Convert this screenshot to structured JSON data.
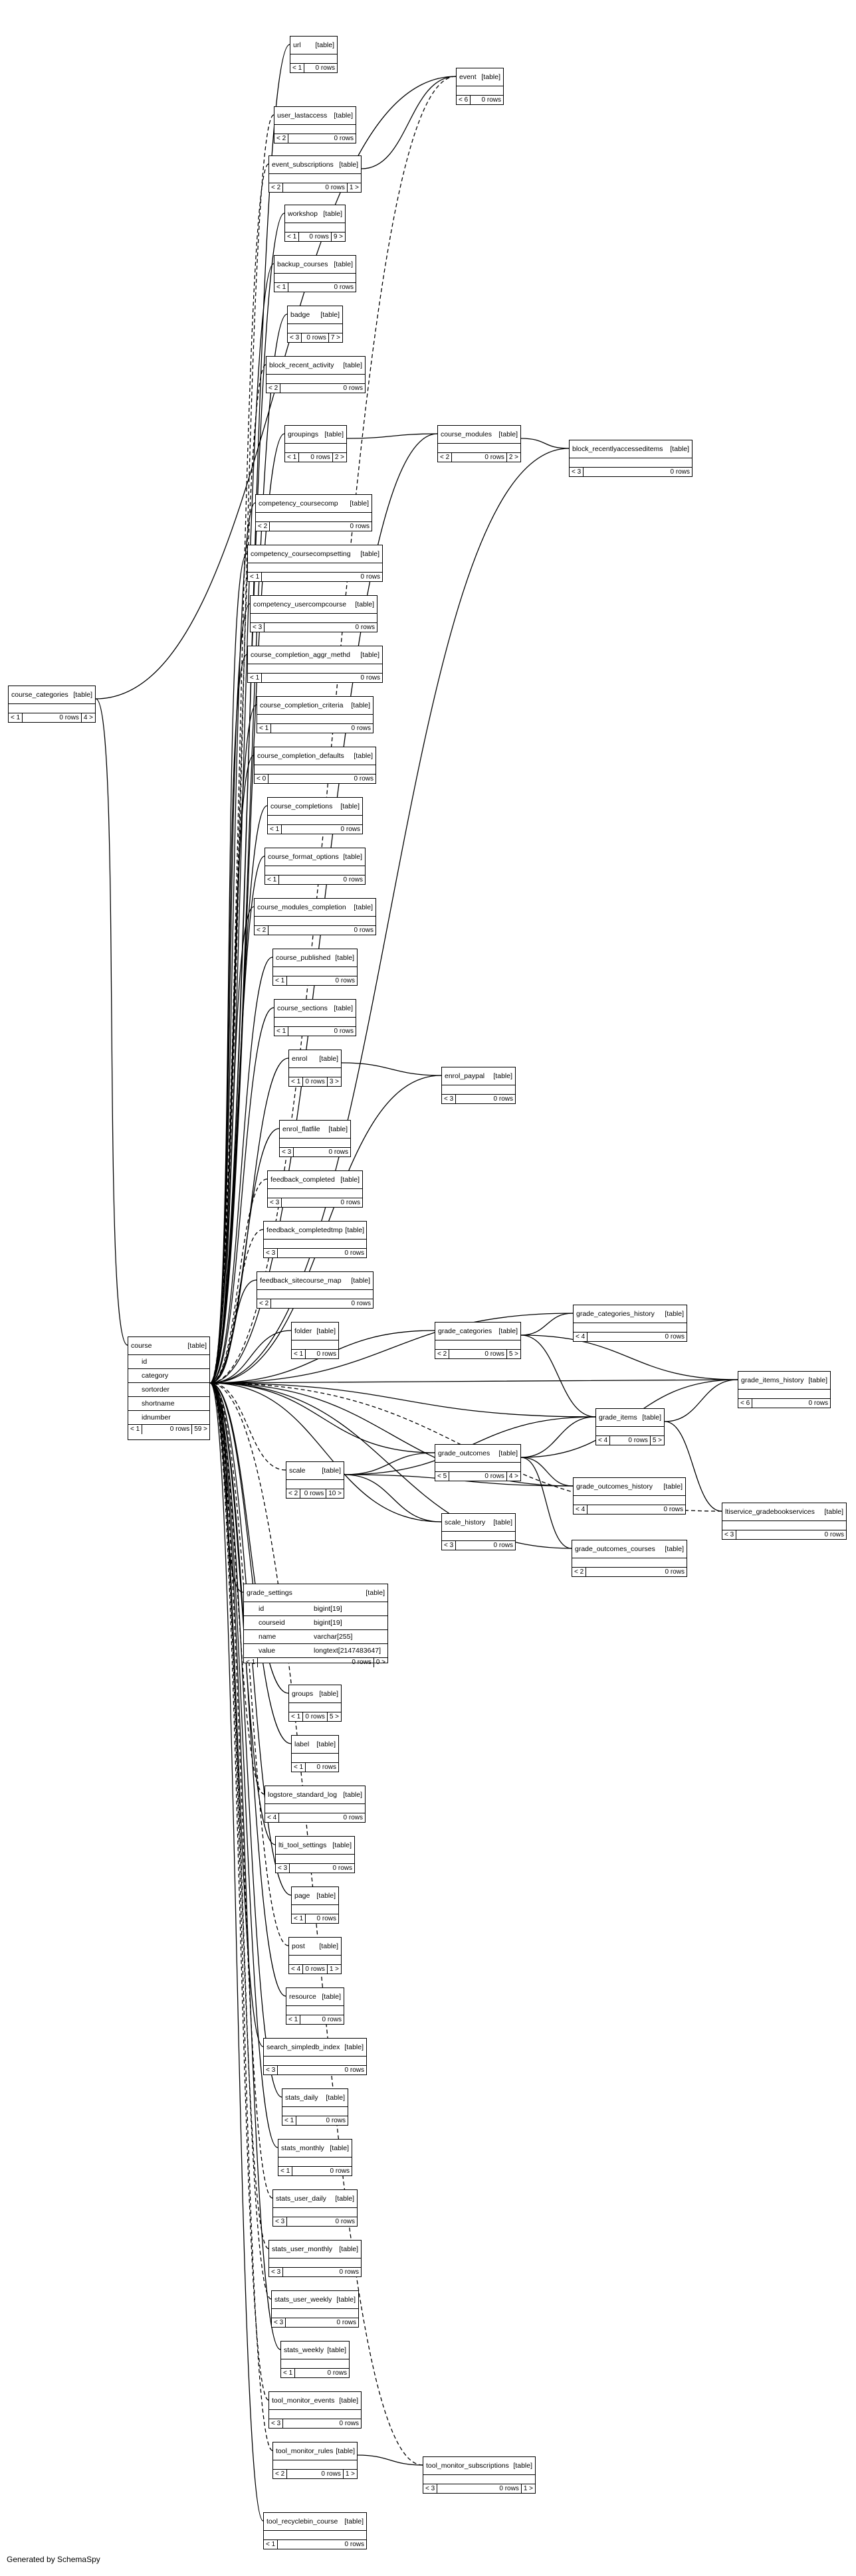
{
  "tag": "[table]",
  "tables": {
    "course_categories": {
      "name": "course_categories",
      "parents": "< 1",
      "rows": "0 rows",
      "children": "4 >"
    },
    "course": {
      "name": "course",
      "parents": "< 1",
      "rows": "0 rows",
      "children": "59 >",
      "columns": [
        "id",
        "category",
        "sortorder",
        "shortname",
        "idnumber"
      ]
    },
    "url": {
      "name": "url",
      "parents": "< 1",
      "rows": "0 rows"
    },
    "event": {
      "name": "event",
      "parents": "< 6",
      "rows": "0 rows"
    },
    "user_lastaccess": {
      "name": "user_lastaccess",
      "parents": "< 2",
      "rows": "0 rows"
    },
    "event_subscriptions": {
      "name": "event_subscriptions",
      "parents": "< 2",
      "rows": "0 rows",
      "children": "1 >"
    },
    "workshop": {
      "name": "workshop",
      "parents": "< 1",
      "rows": "0 rows",
      "children": "9 >"
    },
    "backup_courses": {
      "name": "backup_courses",
      "parents": "< 1",
      "rows": "0 rows"
    },
    "badge": {
      "name": "badge",
      "parents": "< 3",
      "rows": "0 rows",
      "children": "7 >"
    },
    "block_recent_activity": {
      "name": "block_recent_activity",
      "parents": "< 2",
      "rows": "0 rows"
    },
    "groupings": {
      "name": "groupings",
      "parents": "< 1",
      "rows": "0 rows",
      "children": "2 >"
    },
    "course_modules": {
      "name": "course_modules",
      "parents": "< 2",
      "rows": "0 rows",
      "children": "2 >"
    },
    "block_recentlyaccesseditems": {
      "name": "block_recentlyaccesseditems",
      "parents": "< 3",
      "rows": "0 rows"
    },
    "competency_coursecomp": {
      "name": "competency_coursecomp",
      "parents": "< 2",
      "rows": "0 rows"
    },
    "competency_coursecompsetting": {
      "name": "competency_coursecompsetting",
      "parents": "< 1",
      "rows": "0 rows"
    },
    "competency_usercompcourse": {
      "name": "competency_usercompcourse",
      "parents": "< 3",
      "rows": "0 rows"
    },
    "course_completion_aggr_methd": {
      "name": "course_completion_aggr_methd",
      "parents": "< 1",
      "rows": "0 rows"
    },
    "course_completion_criteria": {
      "name": "course_completion_criteria",
      "parents": "< 1",
      "rows": "0 rows"
    },
    "course_completion_defaults": {
      "name": "course_completion_defaults",
      "parents": "< 0",
      "rows": "0 rows"
    },
    "course_completions": {
      "name": "course_completions",
      "parents": "< 1",
      "rows": "0 rows"
    },
    "course_format_options": {
      "name": "course_format_options",
      "parents": "< 1",
      "rows": "0 rows"
    },
    "course_modules_completion": {
      "name": "course_modules_completion",
      "parents": "< 2",
      "rows": "0 rows"
    },
    "course_published": {
      "name": "course_published",
      "parents": "< 1",
      "rows": "0 rows"
    },
    "course_sections": {
      "name": "course_sections",
      "parents": "< 1",
      "rows": "0 rows"
    },
    "enrol": {
      "name": "enrol",
      "parents": "< 1",
      "rows": "0 rows",
      "children": "3 >"
    },
    "enrol_paypal": {
      "name": "enrol_paypal",
      "parents": "< 3",
      "rows": "0 rows"
    },
    "enrol_flatfile": {
      "name": "enrol_flatfile",
      "parents": "< 3",
      "rows": "0 rows"
    },
    "feedback_completed": {
      "name": "feedback_completed",
      "parents": "< 3",
      "rows": "0 rows"
    },
    "feedback_completedtmp": {
      "name": "feedback_completedtmp",
      "parents": "< 3",
      "rows": "0 rows"
    },
    "feedback_sitecourse_map": {
      "name": "feedback_sitecourse_map",
      "parents": "< 2",
      "rows": "0 rows"
    },
    "folder": {
      "name": "folder",
      "parents": "< 1",
      "rows": "0 rows"
    },
    "grade_categories": {
      "name": "grade_categories",
      "parents": "< 2",
      "rows": "0 rows",
      "children": "5 >"
    },
    "grade_categories_history": {
      "name": "grade_categories_history",
      "parents": "< 4",
      "rows": "0 rows"
    },
    "grade_items_history": {
      "name": "grade_items_history",
      "parents": "< 6",
      "rows": "0 rows"
    },
    "grade_items": {
      "name": "grade_items",
      "parents": "< 4",
      "rows": "0 rows",
      "children": "5 >"
    },
    "scale": {
      "name": "scale",
      "parents": "< 2",
      "rows": "0 rows",
      "children": "10 >"
    },
    "grade_outcomes": {
      "name": "grade_outcomes",
      "parents": "< 5",
      "rows": "0 rows",
      "children": "4 >"
    },
    "grade_outcomes_history": {
      "name": "grade_outcomes_history",
      "parents": "< 4",
      "rows": "0 rows"
    },
    "scale_history": {
      "name": "scale_history",
      "parents": "< 3",
      "rows": "0 rows"
    },
    "grade_outcomes_courses": {
      "name": "grade_outcomes_courses",
      "parents": "< 2",
      "rows": "0 rows"
    },
    "ltiservice_gradebookservices": {
      "name": "ltiservice_gradebookservices",
      "parents": "< 3",
      "rows": "0 rows"
    },
    "grade_settings": {
      "name": "grade_settings",
      "parents": "< 1",
      "rows": "0 rows",
      "children": "0 >",
      "columns": [
        {
          "name": "id",
          "type": "bigint[19]"
        },
        {
          "name": "courseid",
          "type": "bigint[19]"
        },
        {
          "name": "name",
          "type": "varchar[255]"
        },
        {
          "name": "value",
          "type": "longtext[2147483647]"
        }
      ]
    },
    "groups": {
      "name": "groups",
      "parents": "< 1",
      "rows": "0 rows",
      "children": "5 >"
    },
    "label": {
      "name": "label",
      "parents": "< 1",
      "rows": "0 rows"
    },
    "logstore_standard_log": {
      "name": "logstore_standard_log",
      "parents": "< 4",
      "rows": "0 rows"
    },
    "lti_tool_settings": {
      "name": "lti_tool_settings",
      "parents": "< 3",
      "rows": "0 rows"
    },
    "page": {
      "name": "page",
      "parents": "< 1",
      "rows": "0 rows"
    },
    "post": {
      "name": "post",
      "parents": "< 4",
      "rows": "0 rows",
      "children": "1 >"
    },
    "resource": {
      "name": "resource",
      "parents": "< 1",
      "rows": "0 rows"
    },
    "search_simpledb_index": {
      "name": "search_simpledb_index",
      "parents": "< 3",
      "rows": "0 rows"
    },
    "stats_daily": {
      "name": "stats_daily",
      "parents": "< 1",
      "rows": "0 rows"
    },
    "stats_monthly": {
      "name": "stats_monthly",
      "parents": "< 1",
      "rows": "0 rows"
    },
    "stats_user_daily": {
      "name": "stats_user_daily",
      "parents": "< 3",
      "rows": "0 rows"
    },
    "stats_user_monthly": {
      "name": "stats_user_monthly",
      "parents": "< 3",
      "rows": "0 rows"
    },
    "stats_user_weekly": {
      "name": "stats_user_weekly",
      "parents": "< 3",
      "rows": "0 rows"
    },
    "stats_weekly": {
      "name": "stats_weekly",
      "parents": "< 1",
      "rows": "0 rows"
    },
    "tool_monitor_events": {
      "name": "tool_monitor_events",
      "parents": "< 3",
      "rows": "0 rows"
    },
    "tool_monitor_rules": {
      "name": "tool_monitor_rules",
      "parents": "< 2",
      "rows": "0 rows",
      "children": "1 >"
    },
    "tool_monitor_subscriptions": {
      "name": "tool_monitor_subscriptions",
      "parents": "< 3",
      "rows": "0 rows",
      "children": "1 >"
    },
    "tool_recyclebin_course": {
      "name": "tool_recyclebin_course",
      "parents": "< 1",
      "rows": "0 rows"
    }
  },
  "footer": "Generated by SchemaSpy"
}
